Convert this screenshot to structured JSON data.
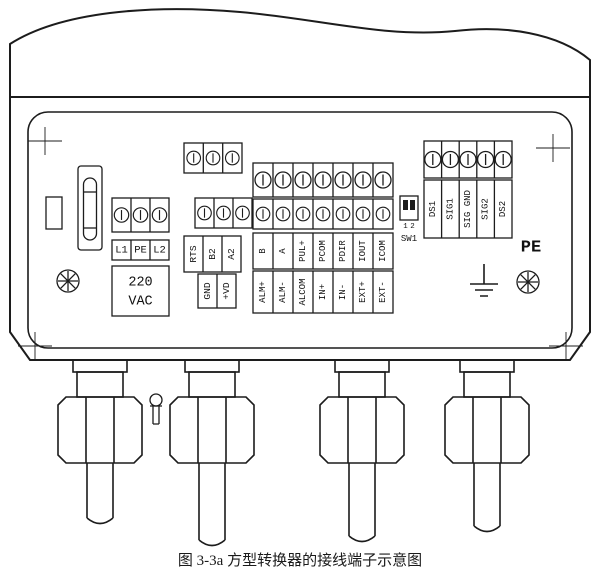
{
  "caption": "图 3-3a 方型转换器的接线端子示意图",
  "power": {
    "terminals": [
      "L1",
      "PE",
      "L2"
    ],
    "rating": [
      "220",
      "VAC"
    ]
  },
  "comm": {
    "labels": [
      "RTS",
      "B2",
      "A2"
    ],
    "aux_labels": [
      "GND",
      "+VD"
    ]
  },
  "io": {
    "row1": [
      "B",
      "A",
      "PUL+",
      "PCOM",
      "PDIR",
      "IOUT",
      "ICOM"
    ],
    "row2": [
      "ALM+",
      "ALM-",
      "ALCOM",
      "IN+",
      "IN-",
      "EXT+",
      "EXT-"
    ]
  },
  "signal": {
    "labels": [
      "DS1",
      "SIG1",
      "SIG GND",
      "SIG2",
      "DS2"
    ]
  },
  "dip_switch": {
    "positions": [
      "1",
      "2"
    ],
    "label": "SW1"
  },
  "ground": {
    "label": "PE"
  }
}
